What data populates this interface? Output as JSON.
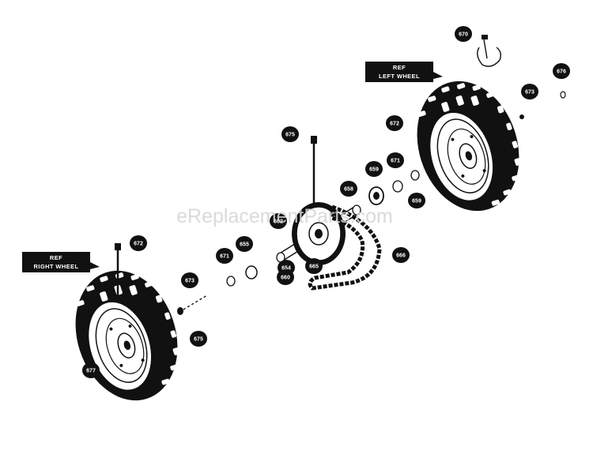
{
  "watermark": "eReplacementParts.com",
  "labels": {
    "left_wheel": [
      "REF",
      "LEFT WHEEL"
    ],
    "right_wheel": [
      "REF",
      "RIGHT WHEEL"
    ]
  },
  "callouts": [
    "670",
    "676",
    "673",
    "672",
    "675",
    "671",
    "659",
    "658",
    "659",
    "662",
    "666",
    "655",
    "654",
    "660",
    "672",
    "671",
    "665",
    "673",
    "675",
    "677"
  ],
  "colors": {
    "ink": "#111111",
    "paper": "#ffffff",
    "watermark": "#d6d6d6"
  }
}
